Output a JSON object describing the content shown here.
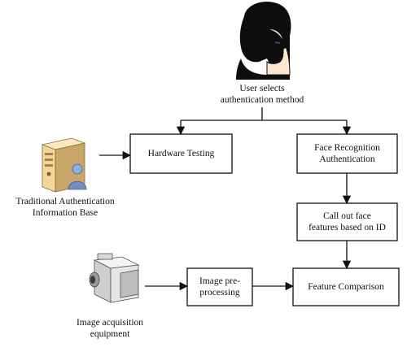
{
  "user": {
    "caption": [
      "User selects",
      "authentication method"
    ]
  },
  "boxes": {
    "hardware_testing": [
      "Hardware Testing"
    ],
    "face_recognition": [
      "Face Recognition",
      "Authentication"
    ],
    "call_out_features": [
      "Call out face",
      "features based on ID"
    ],
    "image_preprocessing": [
      "Image pre-",
      "processing"
    ],
    "feature_comparison": [
      "Feature Comparison"
    ]
  },
  "server": {
    "caption": [
      "Traditional Authentication",
      "Information Base"
    ],
    "icon": "server-with-user-icon"
  },
  "camera": {
    "caption": [
      "Image acquisition",
      "equipment"
    ],
    "icon": "camcorder-icon"
  },
  "colors": {
    "stroke": "#111111",
    "hair": "#0d0d0d",
    "skin": "#fbe6d0",
    "server_beige": "#f3d69a",
    "server_shadow": "#c9a66a",
    "camera_grey": "#d9d9d9",
    "user_badge": "#6f8fc0"
  }
}
